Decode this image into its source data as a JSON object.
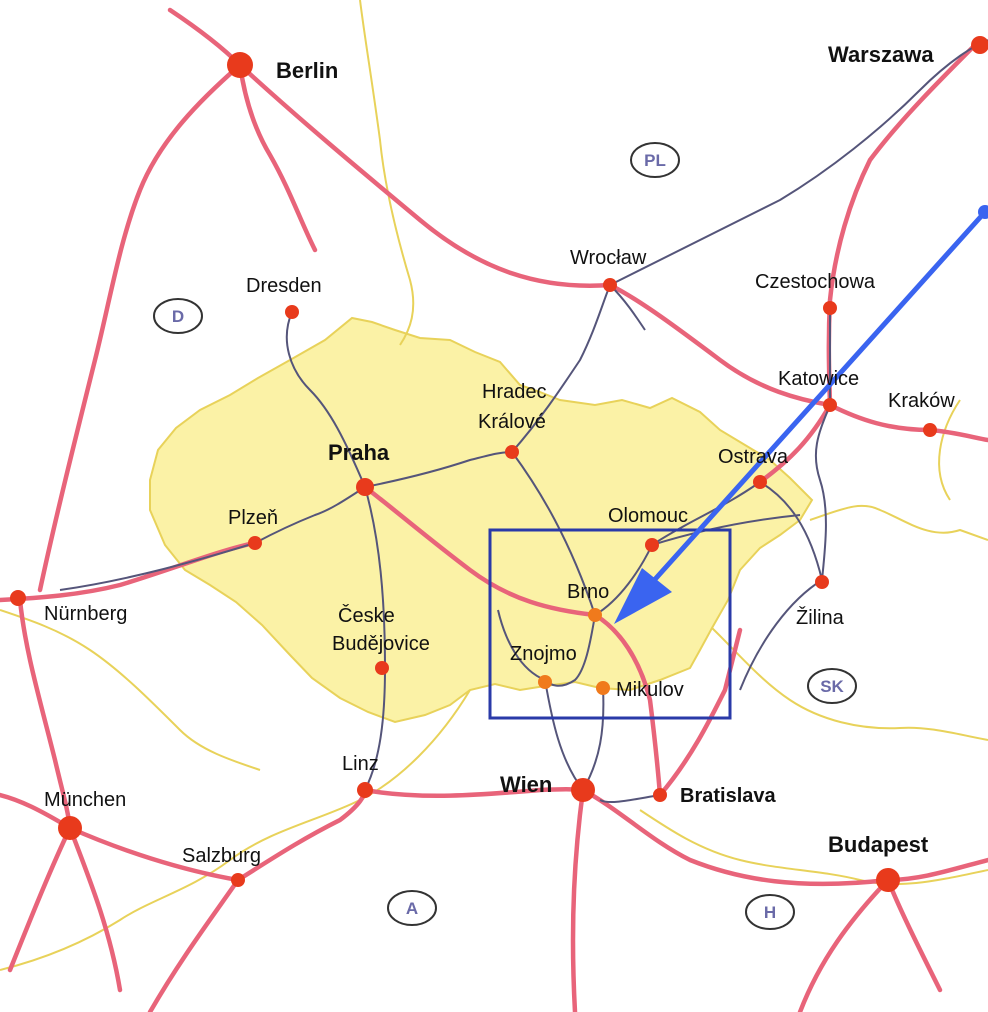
{
  "map": {
    "colors": {
      "czech_fill": "#fbf2a6",
      "rail": "#e8647a",
      "road": "#55557a",
      "border": "#e8d25a",
      "city_dot": "#e83a1c",
      "highlight_box": "#2a3aa8",
      "arrow": "#3a64f0",
      "country_code_text": "#6a6aa8"
    },
    "cities": {
      "berlin": "Berlin",
      "warszawa": "Warszawa",
      "wroclaw": "Wrocław",
      "dresden": "Dresden",
      "czestochowa": "Czestochowa",
      "katowice": "Katowice",
      "krakow": "Kraków",
      "hradec_1": "Hradec",
      "hradec_2": "Králové",
      "praha": "Praha",
      "ostrava": "Ostrava",
      "plzen": "Plzeň",
      "olomouc": "Olomouc",
      "nurnberg": "Nürnberg",
      "brno": "Brno",
      "zilina": "Žilina",
      "budejovice_1": "Česke",
      "budejovice_2": "Budějovice",
      "znojmo": "Znojmo",
      "mikulov": "Mikulov",
      "linz": "Linz",
      "wien": "Wien",
      "bratislava": "Bratislava",
      "munchen": "München",
      "salzburg": "Salzburg",
      "budapest": "Budapest"
    },
    "country_codes": {
      "pl": "PL",
      "d": "D",
      "sk": "SK",
      "a": "A",
      "h": "H"
    }
  }
}
